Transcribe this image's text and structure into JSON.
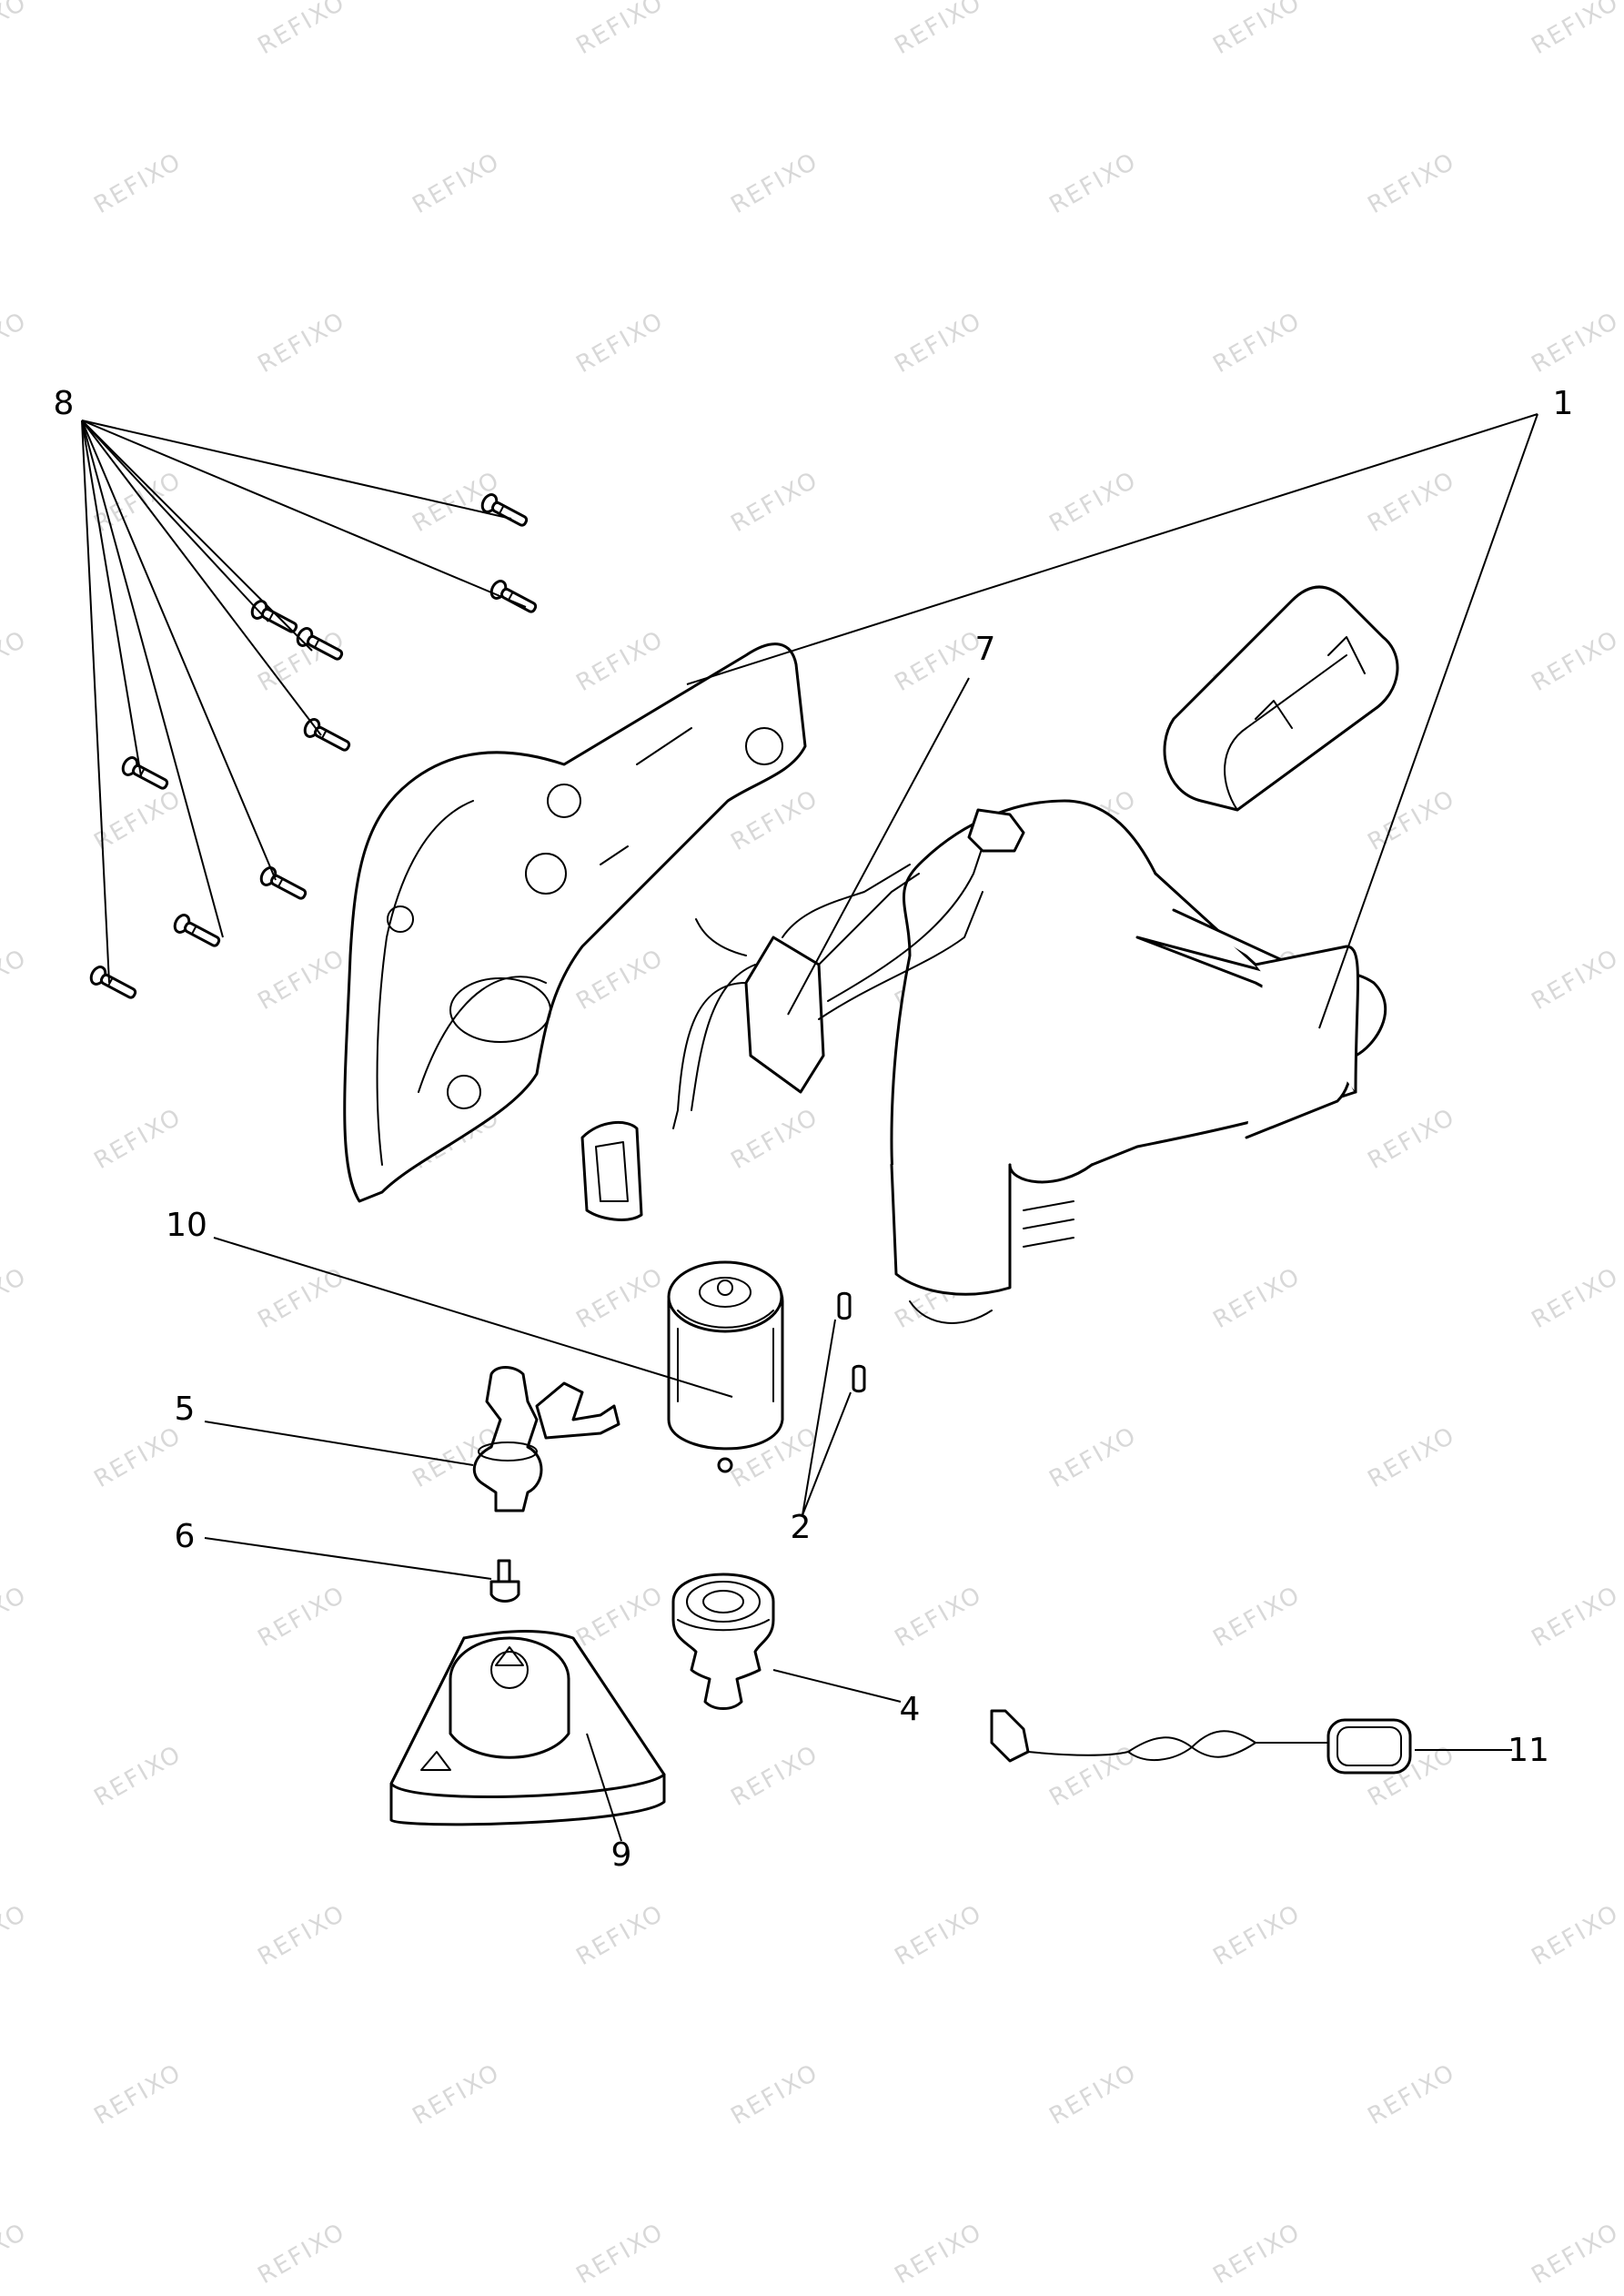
{
  "watermark": "REFIXO",
  "callouts": [
    {
      "id": "1",
      "label": "1"
    },
    {
      "id": "2",
      "label": "2"
    },
    {
      "id": "4",
      "label": "4"
    },
    {
      "id": "5",
      "label": "5"
    },
    {
      "id": "6",
      "label": "6"
    },
    {
      "id": "7",
      "label": "7"
    },
    {
      "id": "8",
      "label": "8"
    },
    {
      "id": "9",
      "label": "9"
    },
    {
      "id": "10",
      "label": "10"
    },
    {
      "id": "11",
      "label": "11"
    }
  ],
  "colors": {
    "ink": "#000000",
    "watermark": "#d8d8d8",
    "paper": "#ffffff"
  }
}
